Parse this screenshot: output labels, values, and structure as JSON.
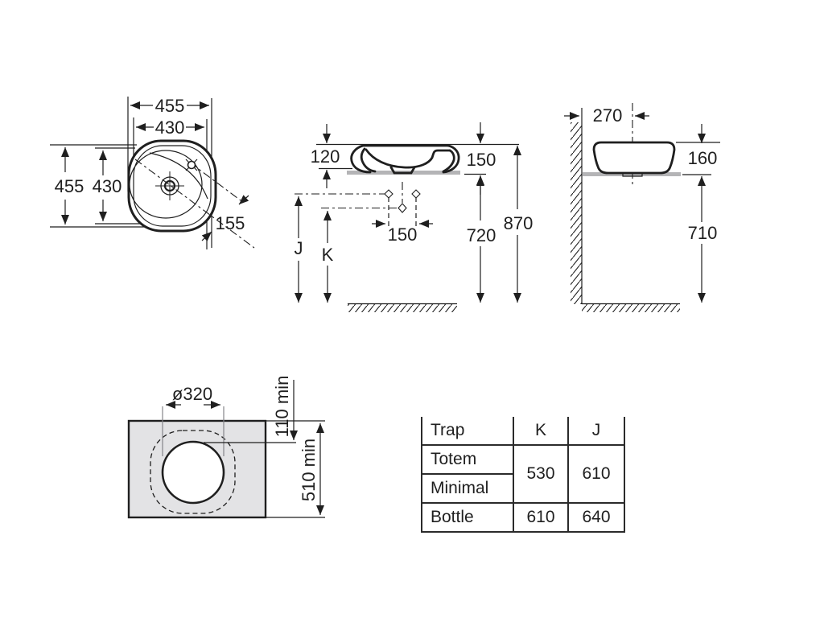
{
  "page": {
    "background": "#ffffff",
    "line_color": "#1f1f1f",
    "counter_bar_color": "#b4b4b6",
    "countertop_fill": "#e3e3e5"
  },
  "plan_view": {
    "width_outer": "455",
    "width_inner": "430",
    "height_outer": "455",
    "height_inner": "430",
    "tap_offset": "155"
  },
  "front_view": {
    "rim_height": "120",
    "basin_height": "150",
    "hole_spacing": "150",
    "counter_height": "720",
    "total_height": "870",
    "trap_j_label": "J",
    "trap_k_label": "K"
  },
  "side_view": {
    "wall_offset": "270",
    "basin_height": "160",
    "counter_height": "710"
  },
  "cutout_view": {
    "hole_diameter": "ø320",
    "edge_min": "110 min",
    "depth_min": "510 min"
  },
  "trap_table": {
    "headers": [
      "Trap",
      "K",
      "J"
    ],
    "rows": [
      [
        "Totem",
        "530",
        "610"
      ],
      [
        "Minimal"
      ],
      [
        "Bottle",
        "610",
        "640"
      ]
    ]
  }
}
